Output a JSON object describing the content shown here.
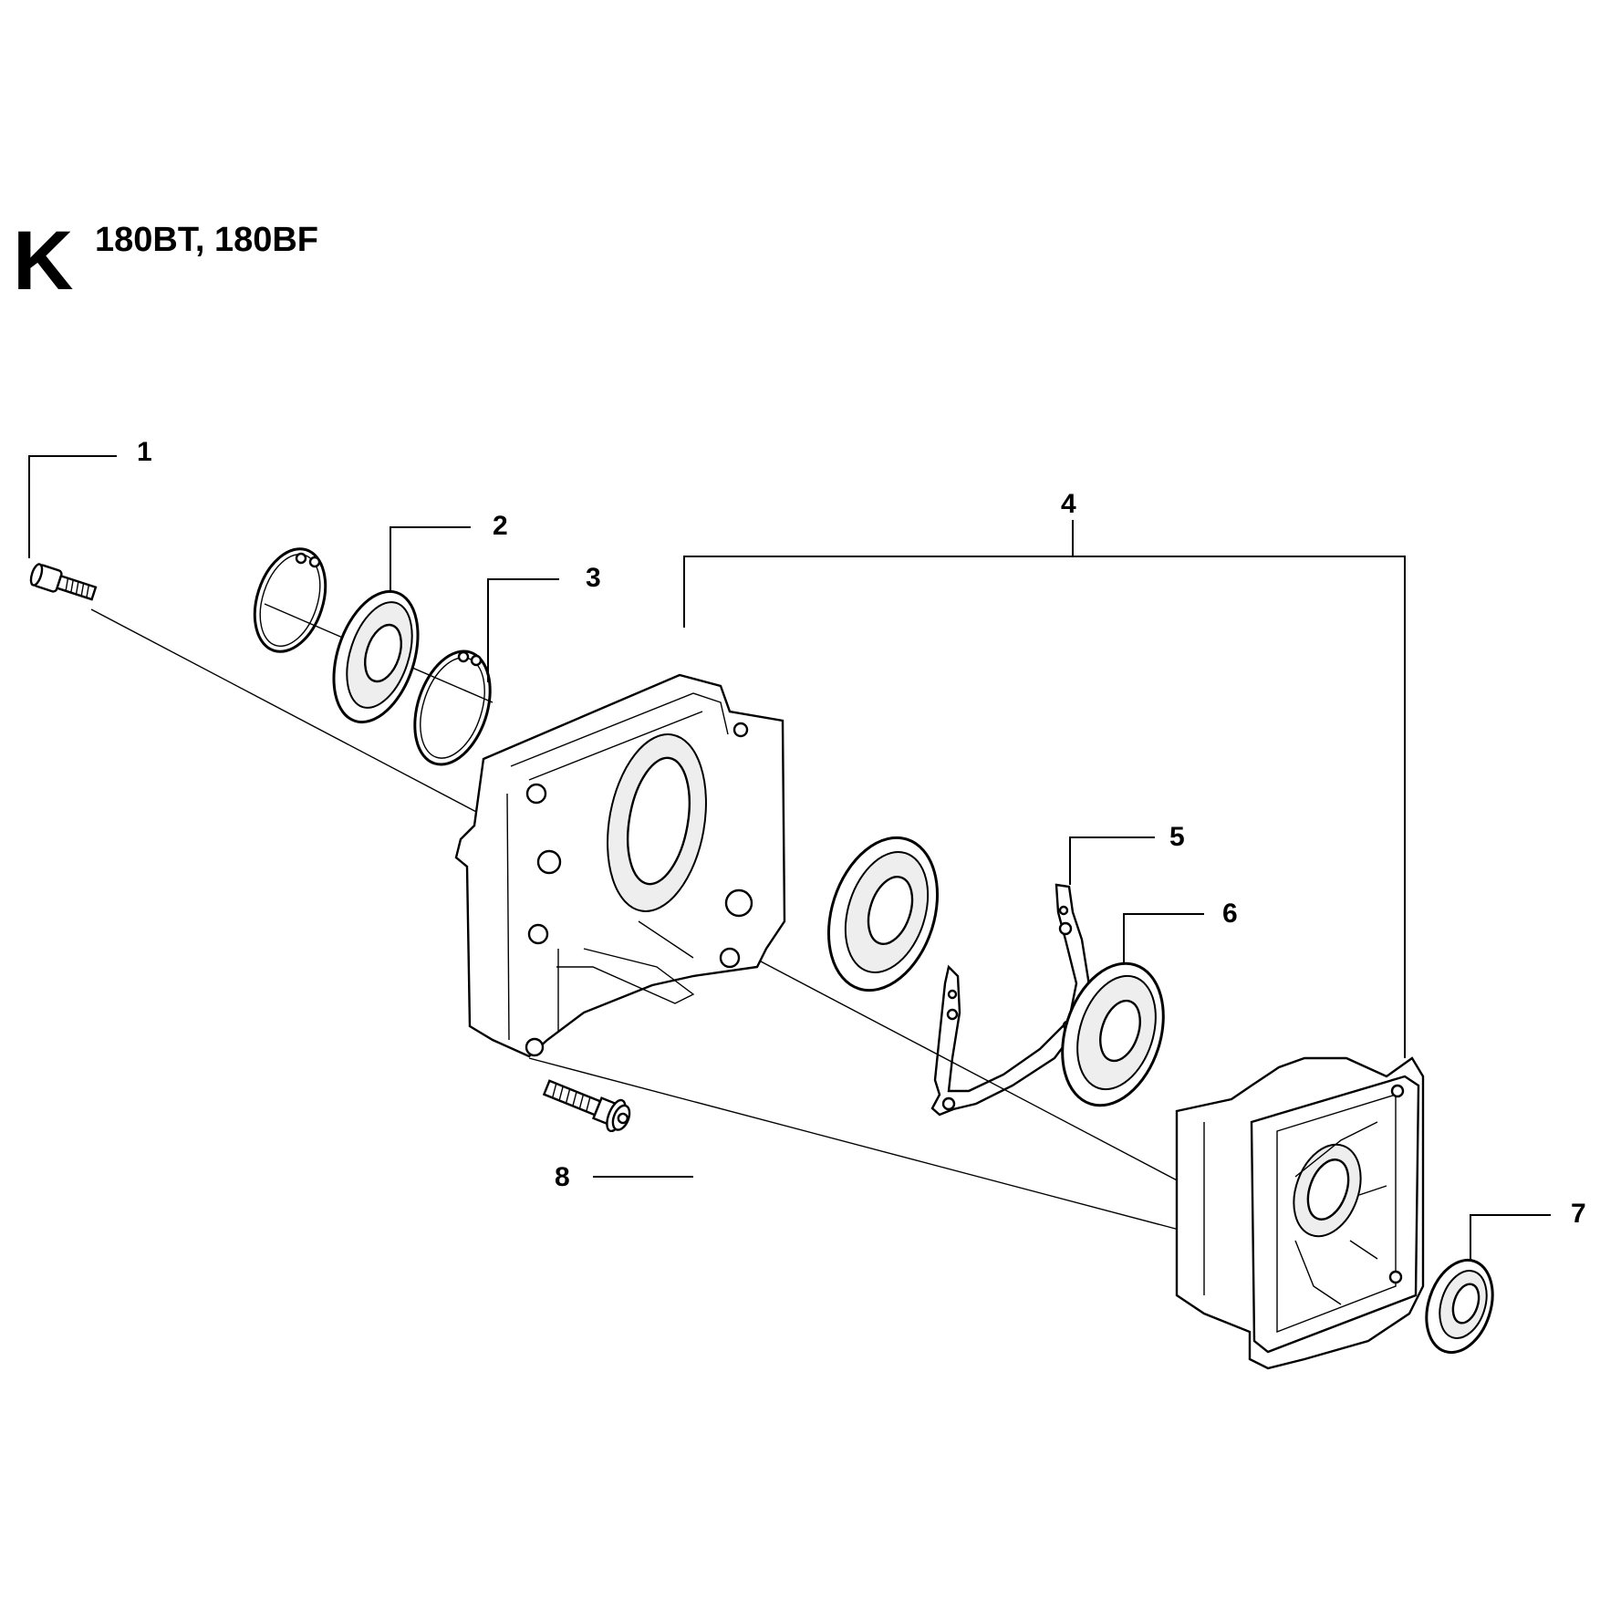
{
  "header": {
    "section_letter": "K",
    "models": "180BT, 180BF"
  },
  "callouts": [
    {
      "id": "1",
      "label": "1"
    },
    {
      "id": "2",
      "label": "2"
    },
    {
      "id": "3",
      "label": "3"
    },
    {
      "id": "4",
      "label": "4"
    },
    {
      "id": "5",
      "label": "5"
    },
    {
      "id": "6",
      "label": "6"
    },
    {
      "id": "7",
      "label": "7"
    },
    {
      "id": "8",
      "label": "8"
    }
  ],
  "parts": [
    {
      "callout": "1",
      "icon": "cap-screw-icon"
    },
    {
      "callout": "2",
      "icon": "bearing-icon"
    },
    {
      "callout": "3",
      "icon": "retaining-ring-icon"
    },
    {
      "callout": "4",
      "icon": "crankcase-icon"
    },
    {
      "callout": "5",
      "icon": "gasket-icon"
    },
    {
      "callout": "6",
      "icon": "bearing-icon"
    },
    {
      "callout": "7",
      "icon": "seal-ring-icon"
    },
    {
      "callout": "8",
      "icon": "flange-screw-icon"
    }
  ]
}
